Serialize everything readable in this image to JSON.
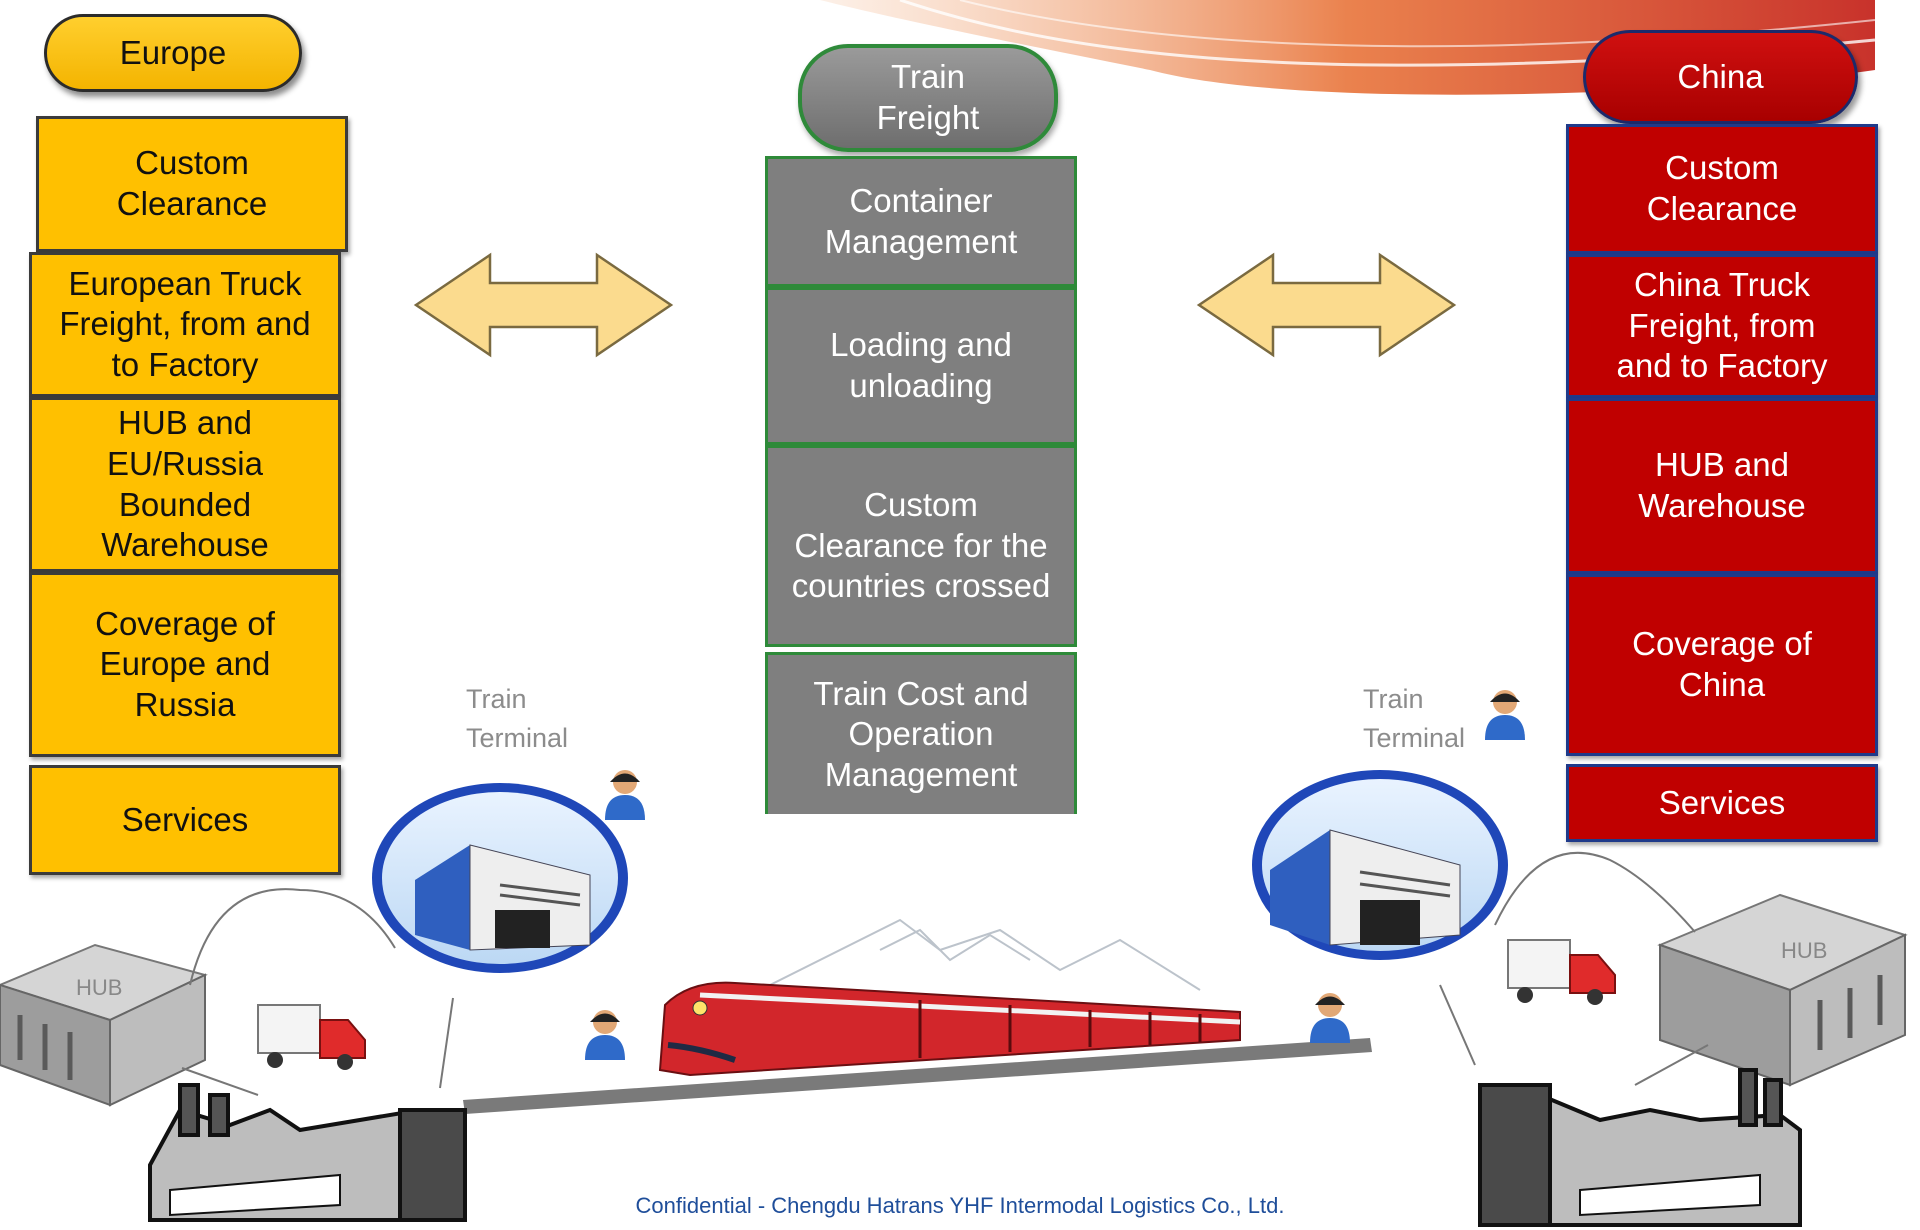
{
  "europe": {
    "header": "Europe",
    "items": [
      "Custom\nClearance",
      "European Truck\nFreight, from and\nto Factory",
      "HUB and\nEU/Russia\nBounded\nWarehouse",
      "Coverage of\nEurope and\nRussia",
      "Services"
    ]
  },
  "train_freight": {
    "header": "Train\nFreight",
    "items": [
      "Container\nManagement",
      "Loading and\nunloading",
      "Custom\nClearance for the\ncountries crossed",
      "Train Cost and\nOperation\nManagement"
    ]
  },
  "china": {
    "header": "China",
    "items": [
      "Custom\nClearance",
      "China Truck\nFreight, from\nand to Factory",
      "HUB and\nWarehouse",
      "Coverage of\nChina",
      "Services"
    ]
  },
  "terminals": {
    "left_label": "Train\nTerminal",
    "right_label": "Train\nTerminal"
  },
  "hubs": {
    "left_label": "HUB",
    "right_label": "HUB"
  },
  "footer": "Confidential - Chengdu Hatrans YHF Intermodal Logistics Co., Ltd.",
  "colors": {
    "europe": "#ffc000",
    "train": "#7f7f7f",
    "china": "#c00000",
    "arrow_fill": "#fbdb8e",
    "footer_text": "#1f4e9a"
  }
}
